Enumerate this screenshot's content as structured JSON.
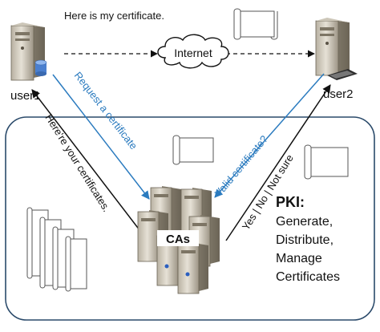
{
  "labels": {
    "top_message": "Here is my certificate.",
    "internet": "Internet",
    "user1": "user1",
    "user2": "user2",
    "request": "Request a certificate",
    "valid": "Valid certificate?",
    "heres": "Here're your certificates.",
    "yesno": "Yes | No | Not sure",
    "cas": "CAs"
  },
  "pki": {
    "title": "PKI:",
    "lines": [
      "Generate,",
      "Distribute,",
      "Manage",
      "Certificates"
    ]
  },
  "colors": {
    "blue_arrow": "#2b7bbf",
    "black_arrow": "#111111",
    "pki_frame": "#2a4a6a",
    "server_body": "#d9d4c8",
    "server_dark": "#7d7565"
  },
  "icons": [
    "server-icon",
    "certificate-icon",
    "cloud-icon",
    "database-icon",
    "keyboard-icon"
  ]
}
